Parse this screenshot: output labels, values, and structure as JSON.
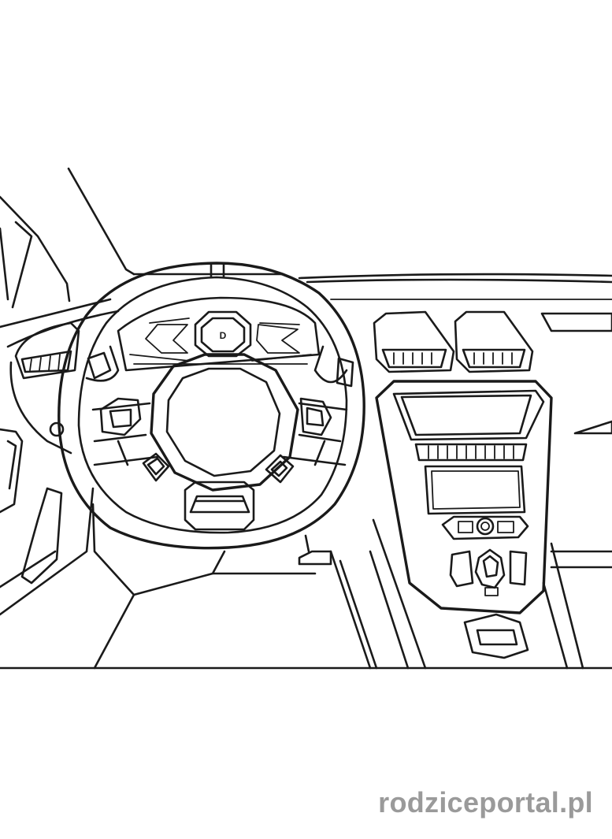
{
  "image": {
    "subject": "car-interior-coloring-page",
    "line_color": "#1a1a1a",
    "background_color": "#ffffff"
  },
  "watermark": {
    "text": "rodziceportal.pl",
    "color": "#9a9a9a"
  },
  "steering_wheel": {
    "emblem_text": "D"
  }
}
